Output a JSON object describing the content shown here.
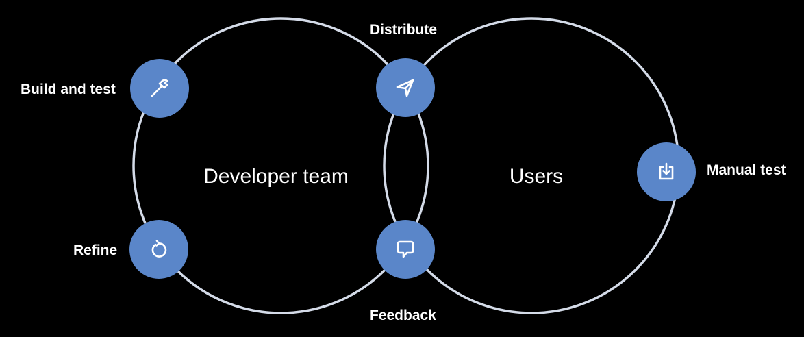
{
  "colors": {
    "background": "#000000",
    "ring": "#d4dbe8",
    "node_fill": "#5a86c9",
    "icon_stroke": "#ffffff",
    "text": "#ffffff"
  },
  "groups": {
    "developer_team": "Developer team",
    "users": "Users"
  },
  "steps": {
    "build_and_test": {
      "label": "Build and test",
      "icon": "hammer-icon"
    },
    "distribute": {
      "label": "Distribute",
      "icon": "paper-plane-icon"
    },
    "manual_test": {
      "label": "Manual test",
      "icon": "download-tray-icon"
    },
    "feedback": {
      "label": "Feedback",
      "icon": "speech-bubble-icon"
    },
    "refine": {
      "label": "Refine",
      "icon": "counterclockwise-arrow-icon"
    }
  }
}
